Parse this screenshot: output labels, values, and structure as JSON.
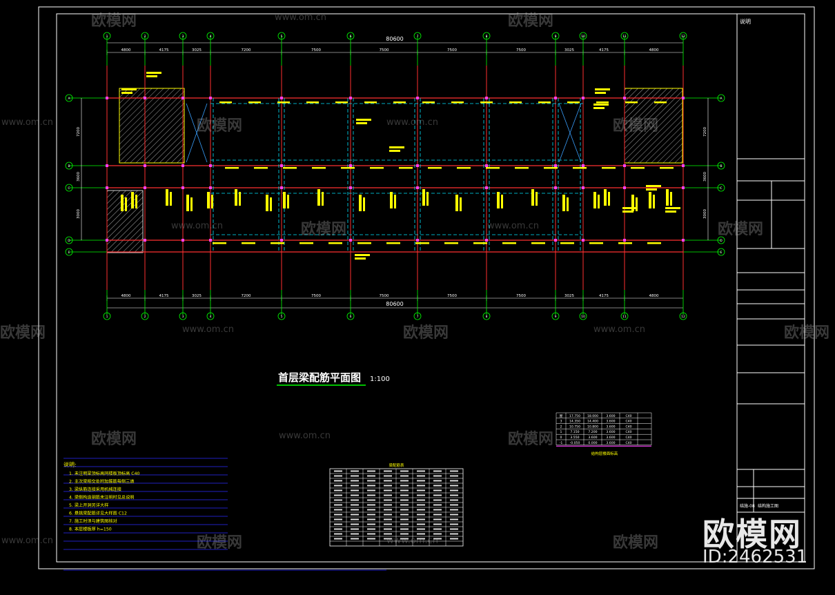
{
  "drawing": {
    "title": "首层梁配筋平面图",
    "scale": "1:100",
    "total_dim": "80600",
    "column_axes": [
      "1",
      "2",
      "3",
      "4",
      "5",
      "6",
      "7",
      "8",
      "9",
      "10",
      "11",
      "12"
    ],
    "row_axes": [
      "A",
      "B",
      "C",
      "D",
      "E"
    ],
    "top_dims": [
      "4800",
      "4175",
      "3025",
      "7200",
      "7500",
      "7500",
      "7500",
      "7500",
      "3025",
      "4175",
      "4800"
    ],
    "bottom_dims": [
      "4800",
      "4175",
      "3025",
      "7200",
      "7500",
      "7500",
      "7500",
      "7500",
      "3025",
      "4175",
      "4800"
    ],
    "side_dims": [
      "7200",
      "3600",
      "3000"
    ]
  },
  "notes": {
    "heading": "说明:",
    "lines": [
      "1. 未注明梁顶标高同楼板顶标高 C40",
      "2. 主次梁相交处附加箍筋每侧三道",
      "3. 梁纵筋连接采用机械连接",
      "4. 梁侧构造钢筋未注明时见总说明",
      "5. 梁上开洞另详大样",
      "6. 悬挑梁配筋详见大样图 C12",
      "7. 施工时须与建筑图核对",
      "8. 本层楼板厚 h=150"
    ]
  },
  "title_block": {
    "label": "说明",
    "sheet_name": "结构施工图",
    "sheet_no": "结施-08"
  },
  "level_table": {
    "caption": "结构层楼面标高",
    "rows": [
      [
        "屋",
        "17.750",
        "18.000",
        "3.600",
        "C40"
      ],
      [
        "3",
        "14.350",
        "14.400",
        "3.600",
        "C40"
      ],
      [
        "2",
        "10.750",
        "10.800",
        "3.600",
        "C40"
      ],
      [
        "1",
        "7.150",
        "7.200",
        "3.600",
        "C40"
      ],
      [
        "0",
        "3.550",
        "3.600",
        "3.600",
        "C40"
      ],
      [
        "-1",
        "-0.050",
        "0.000",
        "3.600",
        "C40"
      ]
    ]
  },
  "rebar_table": {
    "caption": "梁配筋表"
  },
  "watermark": {
    "site_cn": "欧模网",
    "site_url": "www.om.cn",
    "brand": "欧模网",
    "id": "ID:2462531"
  },
  "colors": {
    "background": "#000000",
    "frame": "#ffffff",
    "axis": "#00ff00",
    "beam": "#ff3030",
    "dashed_beam": "#00e5ff",
    "text": "#ffff00",
    "dim": "#ffffff",
    "table": "#ffffff",
    "notes_rule": "#2a2aff"
  }
}
